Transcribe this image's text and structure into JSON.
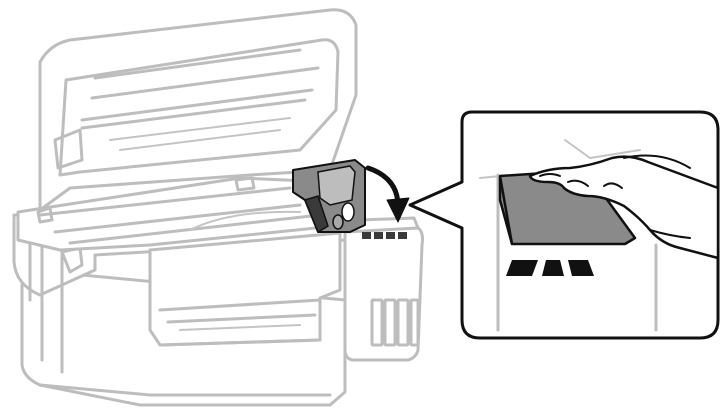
{
  "figure": {
    "subject": "printer-ink-tank-refill-step",
    "colors": {
      "background": "#ffffff",
      "printer_outline": "#bdbdbd",
      "ink_cap": "#8a8a8a",
      "ink_cap_dark": "#3a3a3a",
      "cap_lid_detail": "#a8a8a8",
      "arrow": "#111111",
      "callout_border": "#111111",
      "indicator_marks": "#111111"
    },
    "callout": {
      "indicator_mark_count": 3,
      "shows": "finger-pressing-cap-closed"
    },
    "arrow": {
      "direction": "clockwise-down"
    }
  }
}
